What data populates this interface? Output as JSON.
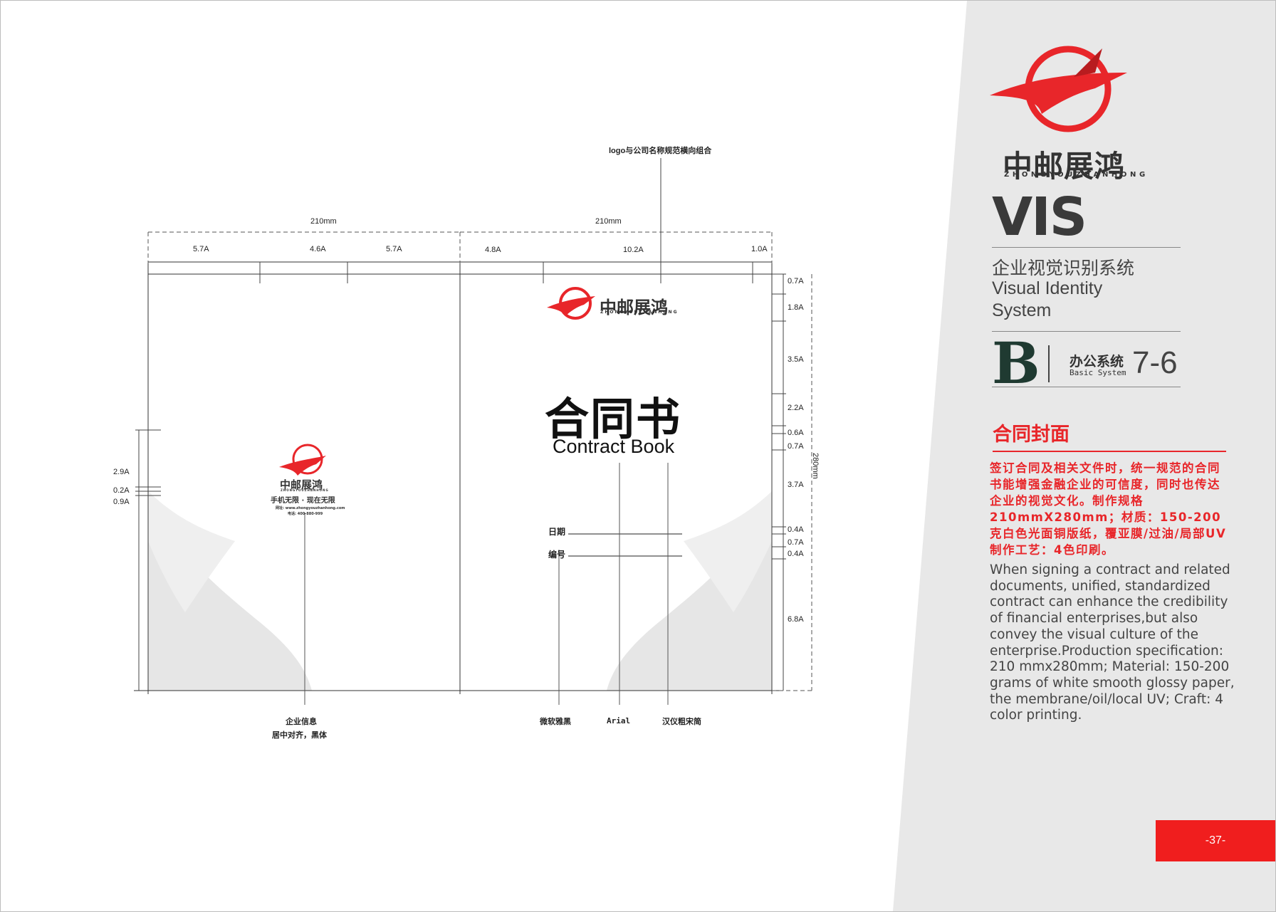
{
  "brand": {
    "name_cn": "中邮展鸿",
    "name_en": "ZHONGYOUZHANHONG",
    "vis": "VIS",
    "system_cn": "企业视觉识别系统",
    "system_en_1": "Visual Identity",
    "system_en_2": "System",
    "section_letter": "B",
    "section_cn": "办公系统",
    "section_en": "Basic System",
    "section_num": "7-6"
  },
  "description": {
    "title_cn": "合同封面",
    "text_cn": "签订合同及相关文件时，统一规范的合同书能增强金融企业的可信度，同时也传达企业的视觉文化。制作规格210mmX280mm；材质：150-200克白色光面铜版纸，覆亚膜/过油/局部UV制作工艺：4色印刷。",
    "text_en": "When signing a contract and related documents, unified, standardized contract can enhance the  credibility of financial enterprises,but also convey the visual culture of the enterprise.Production specification: 210 mmx280mm; Material: 150-200 grams of white smooth glossy paper, the membrane/oil/local UV; Craft: 4 color printing."
  },
  "page_number": "-37-",
  "drawing": {
    "logo_note": "logo与公司名称规范横向组合",
    "width_left": "210mm",
    "width_right": "210mm",
    "height": "280mm",
    "top_dims_left": [
      "5.7A",
      "4.6A",
      "5.7A"
    ],
    "top_dims_right": [
      "4.8A",
      "10.2A",
      "1.0A"
    ],
    "right_dims": [
      "0.7A",
      "1.8A",
      "3.5A",
      "2.2A",
      "0.6A",
      "0.7A",
      "3.7A",
      "0.4A",
      "0.7A",
      "0.4A",
      "6.8A"
    ],
    "left_dims": [
      "2.9A",
      "0.2A",
      "0.9A"
    ],
    "cover_title_cn": "合同书",
    "cover_title_en": "Contract Book",
    "field_date": "日期",
    "field_number": "编号",
    "back_slogan": "手机无限 · 现在无限",
    "back_web": "网址: www.zhongyouzhanhong.com",
    "back_tel": "电话: 400-880-999",
    "note_company": "企业信息",
    "note_company_2": "居中对齐，黑体",
    "note_font_1": "微软雅黑",
    "note_font_2": "Arial",
    "note_font_3": "汉仪粗宋简"
  },
  "colors": {
    "accent_red": "#e8262a",
    "panel_gray": "#e9e9e9",
    "tab_red": "#f01e1e"
  }
}
